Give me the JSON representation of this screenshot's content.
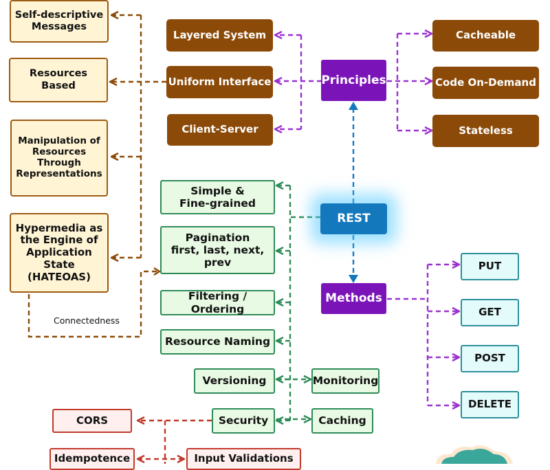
{
  "nodes": {
    "self_descriptive": "Self-descriptive\nMessages",
    "resources_based": "Resources\nBased",
    "manipulation": "Manipulation of\nResources\nThrough\nRepresentations",
    "hateoas": "Hypermedia as\nthe Engine of\nApplication\nState\n(HATEOAS)",
    "layered_system": "Layered System",
    "uniform_interface": "Uniform Interface",
    "client_server": "Client-Server",
    "principles": "Principles",
    "cacheable": "Cacheable",
    "code_on_demand": "Code On-Demand",
    "stateless": "Stateless",
    "rest": "REST",
    "simple": "Simple &\nFine-grained",
    "pagination": "Pagination\nfirst, last, next, prev",
    "filtering": "Filtering / Ordering",
    "resource_naming": "Resource Naming",
    "versioning": "Versioning",
    "monitoring": "Monitoring",
    "security": "Security",
    "caching": "Caching",
    "methods": "Methods",
    "put": "PUT",
    "get": "GET",
    "post": "POST",
    "delete": "DELETE",
    "cors": "CORS",
    "idempotence": "Idempotence",
    "input_validations": "Input Validations"
  },
  "labels": {
    "connectedness": "Connectedness"
  },
  "colors": {
    "brown": "#8b4a08",
    "purple": "#7b14b8",
    "blue": "#1478bd",
    "green": "#2e8b57",
    "red": "#c0392b",
    "teal_cloud": "#3aa79a"
  }
}
